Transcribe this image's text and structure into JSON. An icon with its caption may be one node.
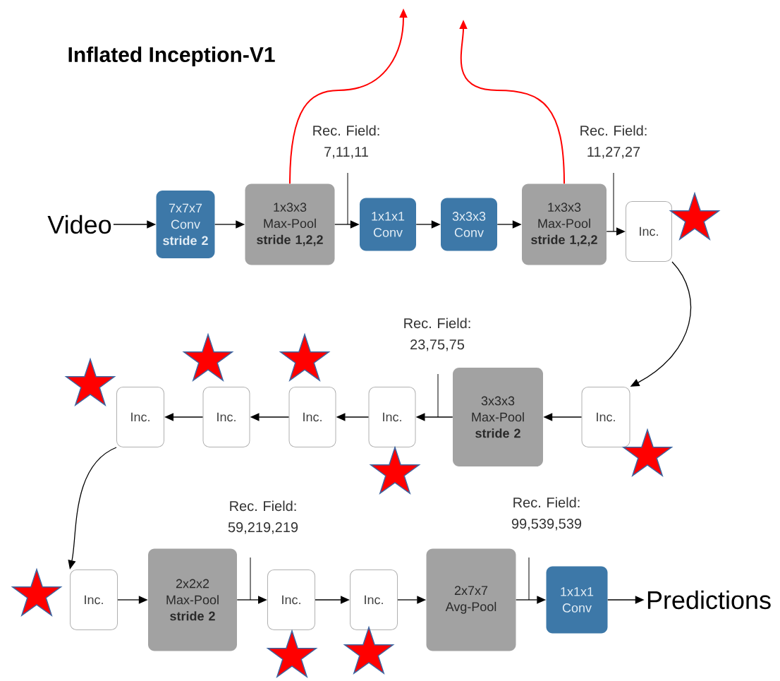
{
  "diagram": {
    "title": "Inflated Inception-V1",
    "nodes": [
      {
        "text": [
          "Video"
        ]
      },
      {
        "text": [
          "7x7x7 Conv",
          "stride 2"
        ]
      },
      {
        "text": [
          "1x3x3 Max-Pool",
          "stride 1,2,2"
        ]
      },
      {
        "text": [
          "1x1x1 Conv"
        ]
      },
      {
        "text": [
          "3x3x3 Conv"
        ]
      },
      {
        "text": [
          "1x3x3 Max-Pool",
          "stride 1,2,2"
        ]
      },
      {
        "text": [
          "Inc."
        ]
      },
      {
        "text": [
          "Inc."
        ]
      },
      {
        "text": [
          "3x3x3 Max-Pool",
          "stride 2"
        ]
      },
      {
        "text": [
          "Inc."
        ]
      },
      {
        "text": [
          "Inc."
        ]
      },
      {
        "text": [
          "Inc."
        ]
      },
      {
        "text": [
          "Inc."
        ]
      },
      {
        "text": [
          "Inc."
        ]
      },
      {
        "text": [
          "2x2x2 Max-Pool",
          "stride 2"
        ]
      },
      {
        "text": [
          "Inc."
        ]
      },
      {
        "text": [
          "Inc."
        ]
      },
      {
        "text": [
          "2x7x7 Avg-Pool"
        ]
      },
      {
        "text": [
          "1x1x1 Conv"
        ]
      },
      {
        "text": [
          "Predictions"
        ]
      }
    ],
    "edges": [
      {
        "from": 0,
        "to": 1,
        "arrow": "to"
      },
      {
        "from": 1,
        "to": 2,
        "arrow": "to"
      },
      {
        "from": 2,
        "to": 3,
        "arrow": "to"
      },
      {
        "from": 3,
        "to": 4,
        "arrow": "to"
      },
      {
        "from": 4,
        "to": 5,
        "arrow": "to"
      },
      {
        "from": 5,
        "to": 6,
        "arrow": "to"
      },
      {
        "from": 6,
        "to": 7,
        "arrow": "to"
      },
      {
        "from": 7,
        "to": 8,
        "arrow": "to"
      },
      {
        "from": 8,
        "to": 9,
        "arrow": "to"
      },
      {
        "from": 9,
        "to": 10,
        "arrow": "to"
      },
      {
        "from": 10,
        "to": 11,
        "arrow": "to"
      },
      {
        "from": 11,
        "to": 12,
        "arrow": "to"
      },
      {
        "from": 12,
        "to": 13,
        "arrow": "to"
      },
      {
        "from": 13,
        "to": 14,
        "arrow": "to"
      },
      {
        "from": 14,
        "to": 15,
        "arrow": "to"
      },
      {
        "from": 15,
        "to": 16,
        "arrow": "to"
      },
      {
        "from": 16,
        "to": 17,
        "arrow": "to"
      },
      {
        "from": 17,
        "to": 18,
        "arrow": "to"
      },
      {
        "from": 18,
        "to": 19,
        "arrow": "to"
      },
      {
        "from": 2,
        "to": null,
        "arrow": "to",
        "color": "#ff0000"
      },
      {
        "from": 5,
        "to": null,
        "arrow": "to",
        "color": "#ff0000"
      }
    ],
    "labels": [
      "Rec. Field: 7,11,11",
      "Rec. Field: 11,27,27",
      "Rec. Field: 23,75,75",
      "Rec. Field: 59,219,219",
      "Rec. Field: 99,539,539"
    ]
  }
}
